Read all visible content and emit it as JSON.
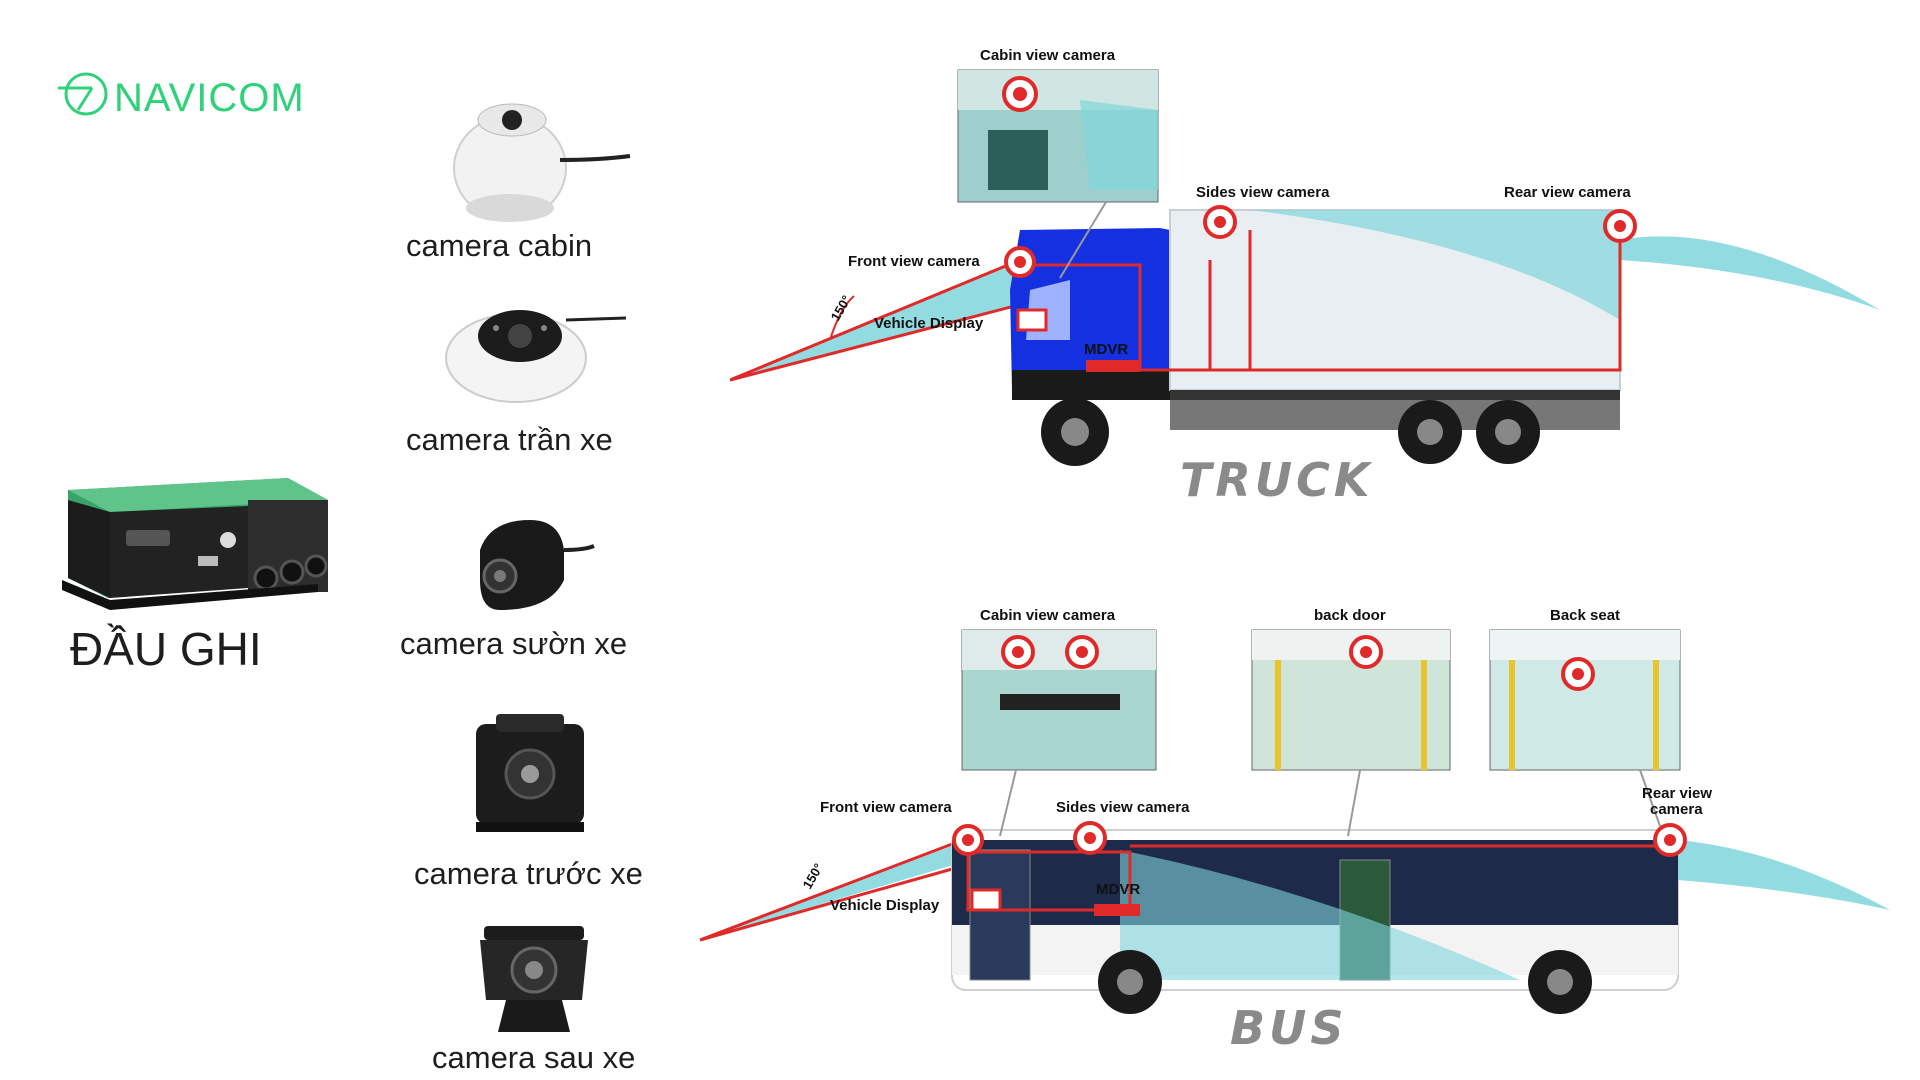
{
  "brand": {
    "name": "NAVICOM",
    "color": "#2fd27b"
  },
  "recorder": {
    "label": "ĐẦU GHI",
    "icon": "mdvr-recorder-icon"
  },
  "cameras": [
    {
      "label": "camera cabin",
      "icon": "dome-camera-icon"
    },
    {
      "label": "camera trần xe",
      "icon": "ceiling-dome-camera-icon"
    },
    {
      "label": "camera sườn xe",
      "icon": "side-camera-icon"
    },
    {
      "label": "camera trước xe",
      "icon": "front-camera-icon"
    },
    {
      "label": "camera sau xe",
      "icon": "rear-camera-icon"
    }
  ],
  "truck": {
    "title": "TRUCK",
    "cabin_view_camera": "Cabin view camera",
    "sides_view_camera": "Sides view camera",
    "rear_view_camera": "Rear view camera",
    "front_view_camera": "Front view camera",
    "vehicle_display": "Vehicle Display",
    "mdvr": "MDVR",
    "angle": "150°"
  },
  "bus": {
    "title": "BUS",
    "cabin_view_camera": "Cabin view camera",
    "back_door": "back door",
    "back_seat": "Back seat",
    "front_view_camera": "Front view camera",
    "sides_view_camera": "Sides view camera",
    "rear_view_camera_line1": "Rear view",
    "rear_view_camera_line2": "camera",
    "vehicle_display": "Vehicle Display",
    "mdvr": "MDVR",
    "angle": "150°"
  },
  "colors": {
    "accent_red": "#e02a2a",
    "coverage": "#7fd6dc",
    "truck_cab": "#1430e0"
  }
}
